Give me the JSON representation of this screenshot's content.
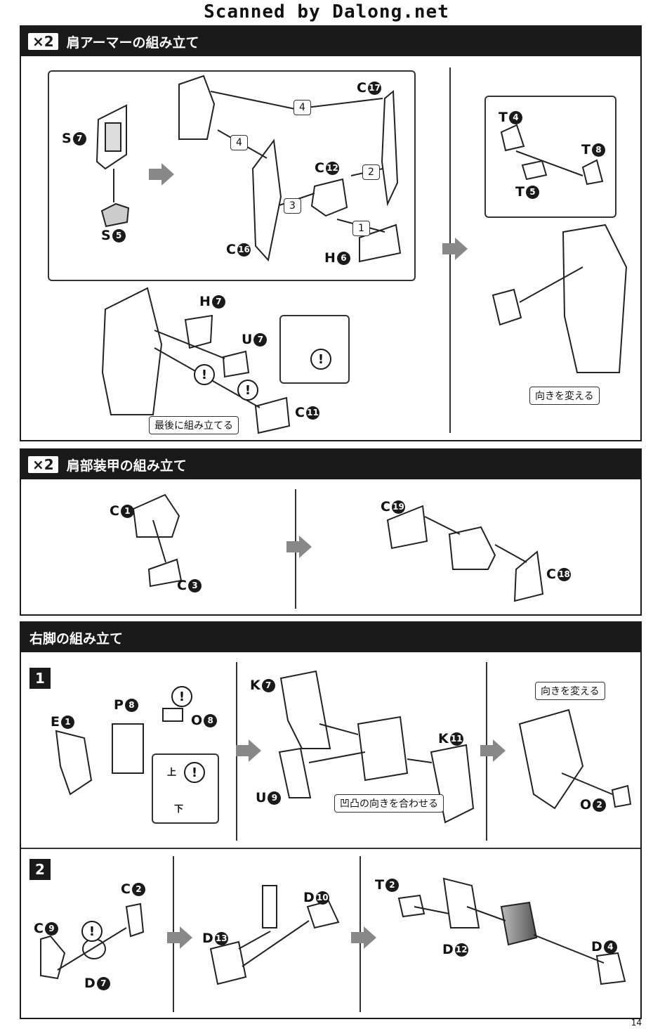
{
  "watermark": "Scanned by Dalong.net",
  "page_number": "14",
  "sections": {
    "shoulder_armor": {
      "multiplier": "×2",
      "title": "肩アーマーの組み立て",
      "parts": {
        "s7": {
          "letter": "S",
          "num": "7"
        },
        "s5": {
          "letter": "S",
          "num": "5"
        },
        "c17": {
          "letter": "C",
          "num": "17"
        },
        "c12": {
          "letter": "C",
          "num": "12"
        },
        "c16": {
          "letter": "C",
          "num": "16"
        },
        "h6": {
          "letter": "H",
          "num": "6"
        },
        "h7": {
          "letter": "H",
          "num": "7"
        },
        "u7": {
          "letter": "U",
          "num": "7"
        },
        "c11": {
          "letter": "C",
          "num": "11"
        },
        "t4": {
          "letter": "T",
          "num": "4"
        },
        "t8": {
          "letter": "T",
          "num": "8"
        },
        "t5": {
          "letter": "T",
          "num": "5"
        }
      },
      "step_markers": [
        "4",
        "4",
        "2",
        "3",
        "1"
      ],
      "notes": {
        "last": "最後に組み立てる",
        "rotate": "向きを変える"
      }
    },
    "shoulder_plate": {
      "multiplier": "×2",
      "title": "肩部装甲の組み立て",
      "parts": {
        "c1": {
          "letter": "C",
          "num": "1"
        },
        "c3": {
          "letter": "C",
          "num": "3"
        },
        "c19": {
          "letter": "C",
          "num": "19"
        },
        "c18": {
          "letter": "C",
          "num": "18"
        }
      }
    },
    "right_leg": {
      "title": "右脚の組み立て",
      "steps": [
        "1",
        "2"
      ],
      "parts": {
        "e1": {
          "letter": "E",
          "num": "1"
        },
        "p8": {
          "letter": "P",
          "num": "8"
        },
        "o8": {
          "letter": "O",
          "num": "8"
        },
        "k7": {
          "letter": "K",
          "num": "7"
        },
        "u9": {
          "letter": "U",
          "num": "9"
        },
        "k11": {
          "letter": "K",
          "num": "11"
        },
        "o2": {
          "letter": "O",
          "num": "2"
        },
        "c9": {
          "letter": "C",
          "num": "9"
        },
        "c2": {
          "letter": "C",
          "num": "2"
        },
        "d7": {
          "letter": "D",
          "num": "7"
        },
        "d13": {
          "letter": "D",
          "num": "13"
        },
        "d10": {
          "letter": "D",
          "num": "10"
        },
        "t2": {
          "letter": "T",
          "num": "2"
        },
        "d12": {
          "letter": "D",
          "num": "12"
        },
        "d4": {
          "letter": "D",
          "num": "4"
        }
      },
      "orientation": {
        "up": "上",
        "down": "下"
      },
      "notes": {
        "rotate": "向きを変える",
        "align": "凹凸の向きを合わせる"
      }
    }
  }
}
